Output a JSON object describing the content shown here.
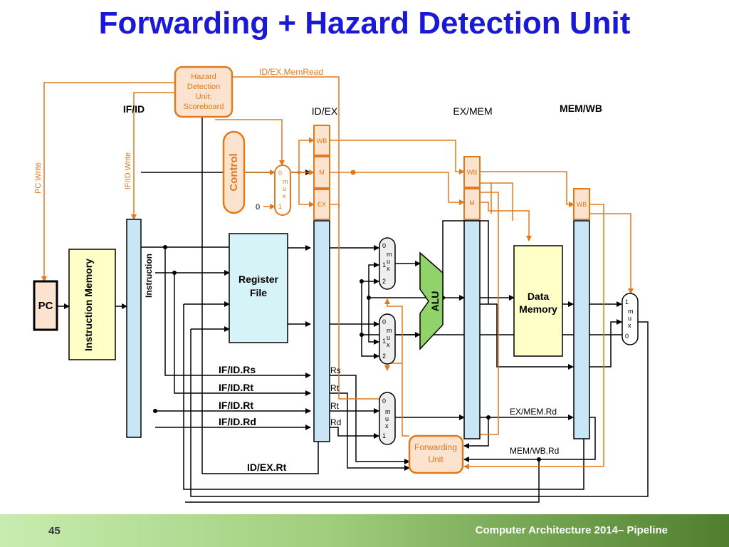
{
  "title": "Forwarding + Hazard Detection Unit",
  "footer": {
    "page": "45",
    "text": "Computer Architecture 2014– Pipeline"
  },
  "colors": {
    "title": "#1a1ad6",
    "orange": "#e07a1b",
    "pipe_register": "#c9e6f7",
    "register_file": "#d6f3f8",
    "memory": "#ffffc8",
    "alu": "#8fd36a",
    "pc": "#fbe3cf"
  },
  "blocks": {
    "pc": "PC",
    "instruction_memory": "Instruction Memory",
    "register_file": "Register File",
    "data_memory": "Data Memory",
    "alu": "ALU",
    "control": "Control",
    "hazard_unit": [
      "Hazard",
      "Detection",
      "Unit:",
      "Scoreboard"
    ],
    "forwarding_unit": [
      "Forwarding",
      "Unit"
    ]
  },
  "pipeline_registers": {
    "if_id": "IF/ID",
    "id_ex": "ID/EX",
    "ex_mem": "EX/MEM",
    "mem_wb": "MEM/WB"
  },
  "control_fields": {
    "wb": "WB",
    "m": "M",
    "ex": "EX"
  },
  "signals": {
    "id_ex_memread": "ID/EX.MemRead",
    "pc_write": "PC Write",
    "if_id_write": "IF/ID Write",
    "instruction": "Instruction",
    "if_id_rs": "IF/ID.Rs",
    "if_id_rt_1": "IF/ID.Rt",
    "if_id_rt_2": "IF/ID.Rt",
    "if_id_rd": "IF/ID.Rd",
    "rs": "Rs",
    "rt_1": "Rt",
    "rt_2": "Rt",
    "rd": "Rd",
    "ex_mem_rd": "EX/MEM.Rd",
    "mem_wb_rd": "MEM/WB.Rd",
    "id_ex_rt": "ID/EX.Rt",
    "zero": "0"
  },
  "muxes": {
    "control_mux": [
      "0",
      "m",
      "u",
      "x",
      "1"
    ],
    "alu_a_mux": [
      "0",
      "m",
      "u",
      "x",
      "1",
      "2"
    ],
    "alu_b_mux": [
      "0",
      "m",
      "u",
      "x",
      "1",
      "2"
    ],
    "regdst_mux": [
      "0",
      "m",
      "u",
      "x",
      "1"
    ],
    "wb_mux": [
      "1",
      "m",
      "u",
      "x",
      "0"
    ]
  }
}
